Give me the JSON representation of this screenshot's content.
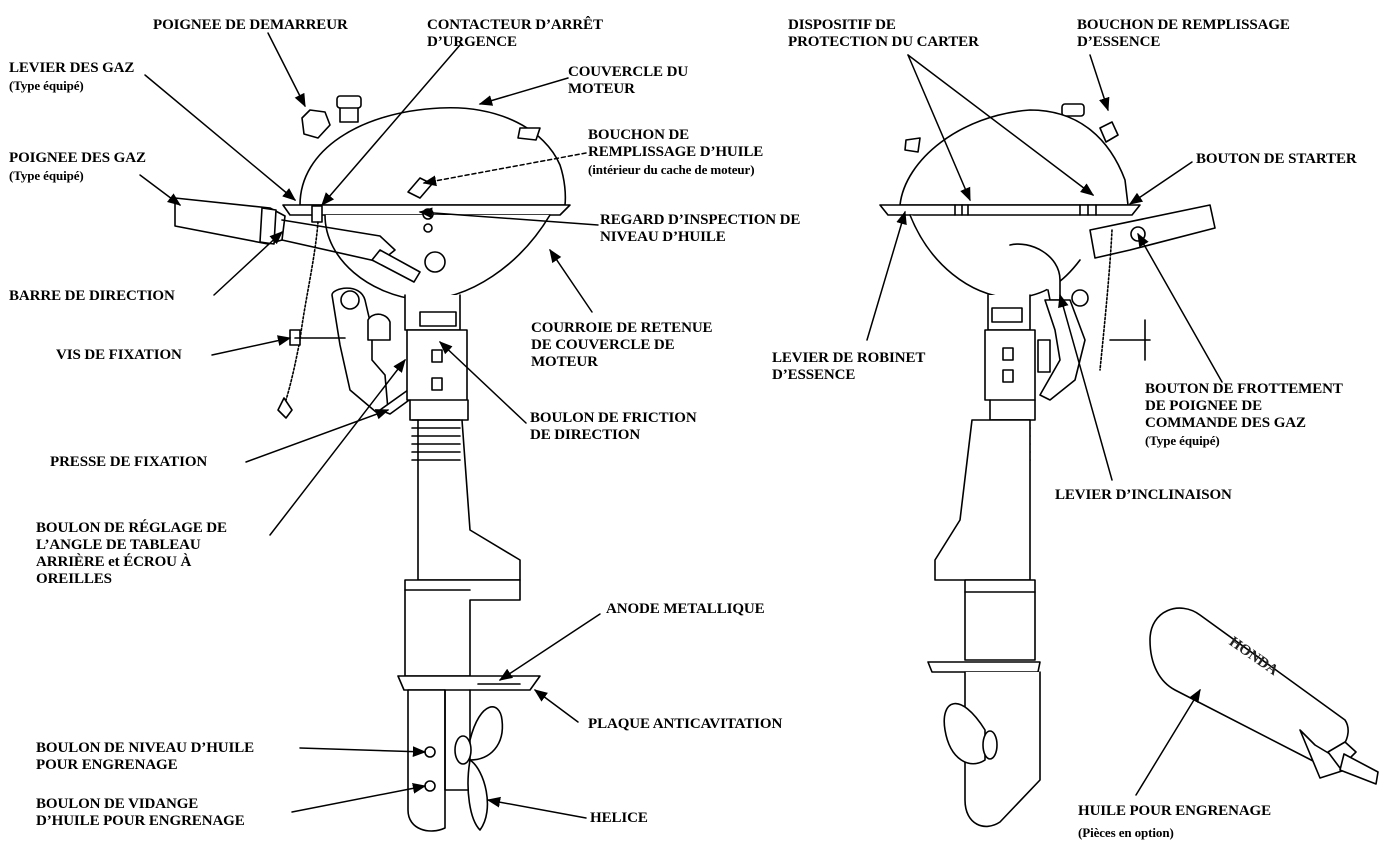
{
  "labels": {
    "poignee_demarreur": "POIGNEE DE DEMARREUR",
    "contacteur_1": "CONTACTEUR D’ARRÊT",
    "contacteur_2": "D’URGENCE",
    "levier_gaz_1": "LEVIER DES GAZ",
    "levier_gaz_2": "(Type équipé)",
    "couvercle_1": "COUVERCLE DU",
    "couvercle_2": "MOTEUR",
    "bouchon_huile_1": "BOUCHON DE",
    "bouchon_huile_2": "REMPLISSAGE D’HUILE",
    "bouchon_huile_3": "(intérieur du cache de moteur)",
    "poignee_gaz_1": "POIGNEE DES GAZ",
    "poignee_gaz_2": "(Type équipé)",
    "regard_1": "REGARD D’INSPECTION DE",
    "regard_2": "NIVEAU D’HUILE",
    "barre": "BARRE DE DIRECTION",
    "courroie_1": "COURROIE DE RETENUE",
    "courroie_2": "DE COUVERCLE DE",
    "courroie_3": "MOTEUR",
    "vis": "VIS DE FIXATION",
    "boulon_friction_1": "BOULON DE FRICTION",
    "boulon_friction_2": "DE DIRECTION",
    "presse": "PRESSE DE FIXATION",
    "reglage_1": "BOULON DE RÉGLAGE DE",
    "reglage_2": "L’ANGLE DE TABLEAU",
    "reglage_3": "ARRIÈRE et ÉCROU À",
    "reglage_4": "OREILLES",
    "anode": "ANODE METALLIQUE",
    "plaque": "PLAQUE ANTICAVITATION",
    "niveau_1": "BOULON DE NIVEAU D’HUILE",
    "niveau_2": "POUR ENGRENAGE",
    "vidange_1": "BOULON DE VIDANGE",
    "vidange_2": "D’HUILE POUR ENGRENAGE",
    "helice": "HELICE",
    "carter_1": "DISPOSITIF DE",
    "carter_2": "PROTECTION DU CARTER",
    "bouchon_essence_1": "BOUCHON DE REMPLISSAGE",
    "bouchon_essence_2": "D’ESSENCE",
    "starter": "BOUTON DE STARTER",
    "robinet_1": "LEVIER DE ROBINET",
    "robinet_2": "D’ESSENCE",
    "frottement_1": "BOUTON DE FROTTEMENT",
    "frottement_2": "DE POIGNEE DE",
    "frottement_3": "COMMANDE DES GAZ",
    "frottement_4": "(Type équipé)",
    "inclinaison": "LEVIER D’INCLINAISON",
    "huile_1": "HUILE POUR ENGRENAGE",
    "huile_2": "(Pièces en option)"
  },
  "brand_text": "HONDA"
}
